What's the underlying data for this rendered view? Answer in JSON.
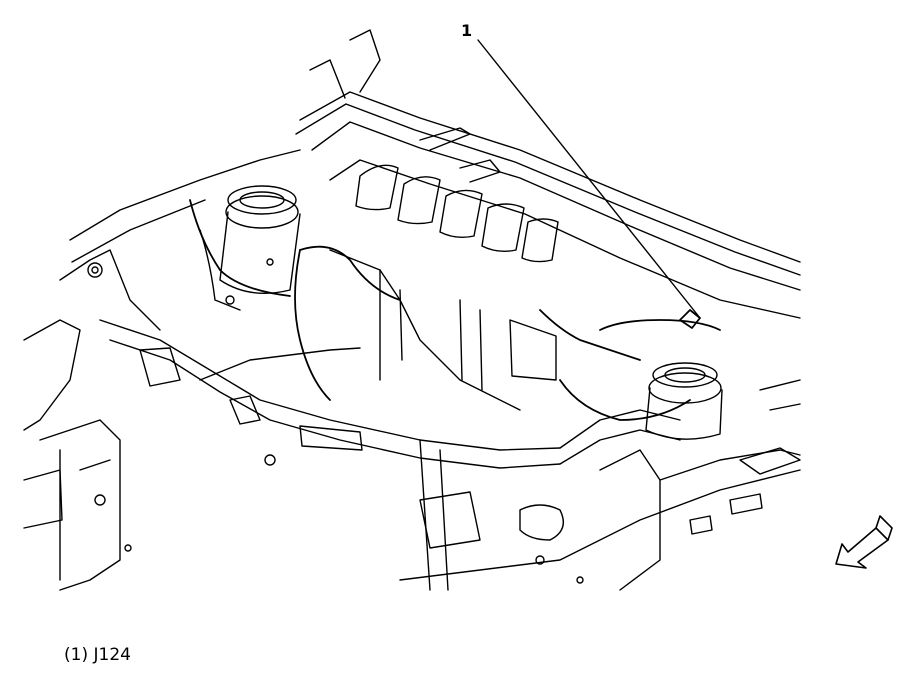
{
  "diagram": {
    "callout_number": "1",
    "legend": {
      "number": "(1)",
      "label": "J124"
    },
    "stroke_color": "#000000",
    "background_color": "#ffffff",
    "direction_icon": "front-arrow-icon"
  }
}
